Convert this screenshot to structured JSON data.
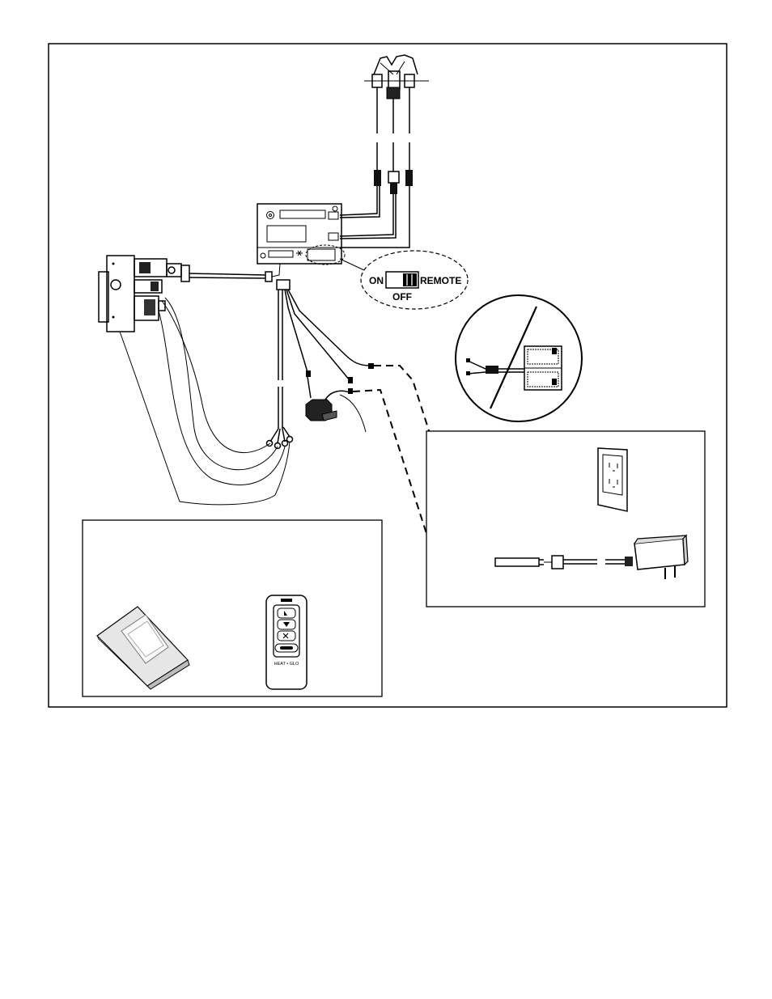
{
  "switch_callout": {
    "on_label": "ON",
    "remote_label": "REMOTE",
    "off_label": "OFF"
  },
  "remote_transmitter": {
    "brand_label": "HEAT • GLO"
  },
  "colors": {
    "ink": "#000000",
    "paper": "#ffffff",
    "shade": "#d9d9d9"
  }
}
